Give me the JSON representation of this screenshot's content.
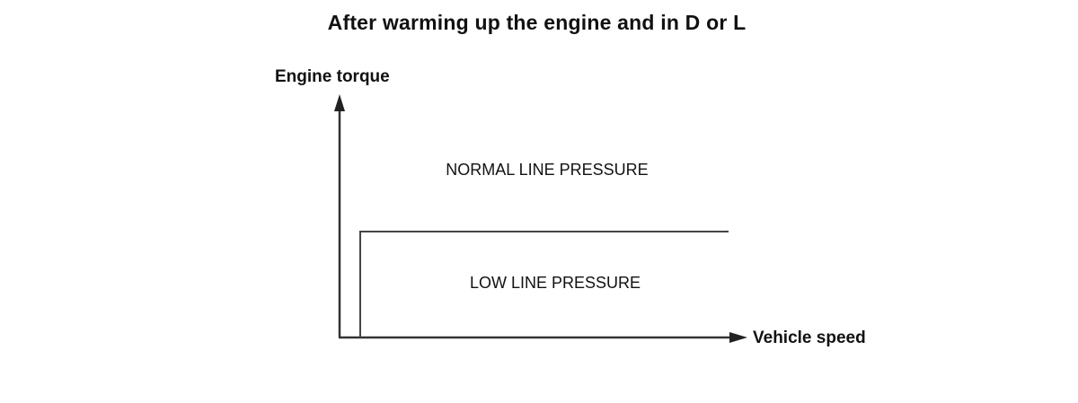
{
  "title": "After warming up the engine and in D or L",
  "axes": {
    "y_label": "Engine torque",
    "x_label": "Vehicle speed"
  },
  "regions": {
    "upper": "NORMAL LINE PRESSURE",
    "lower": "LOW LINE PRESSURE"
  }
}
